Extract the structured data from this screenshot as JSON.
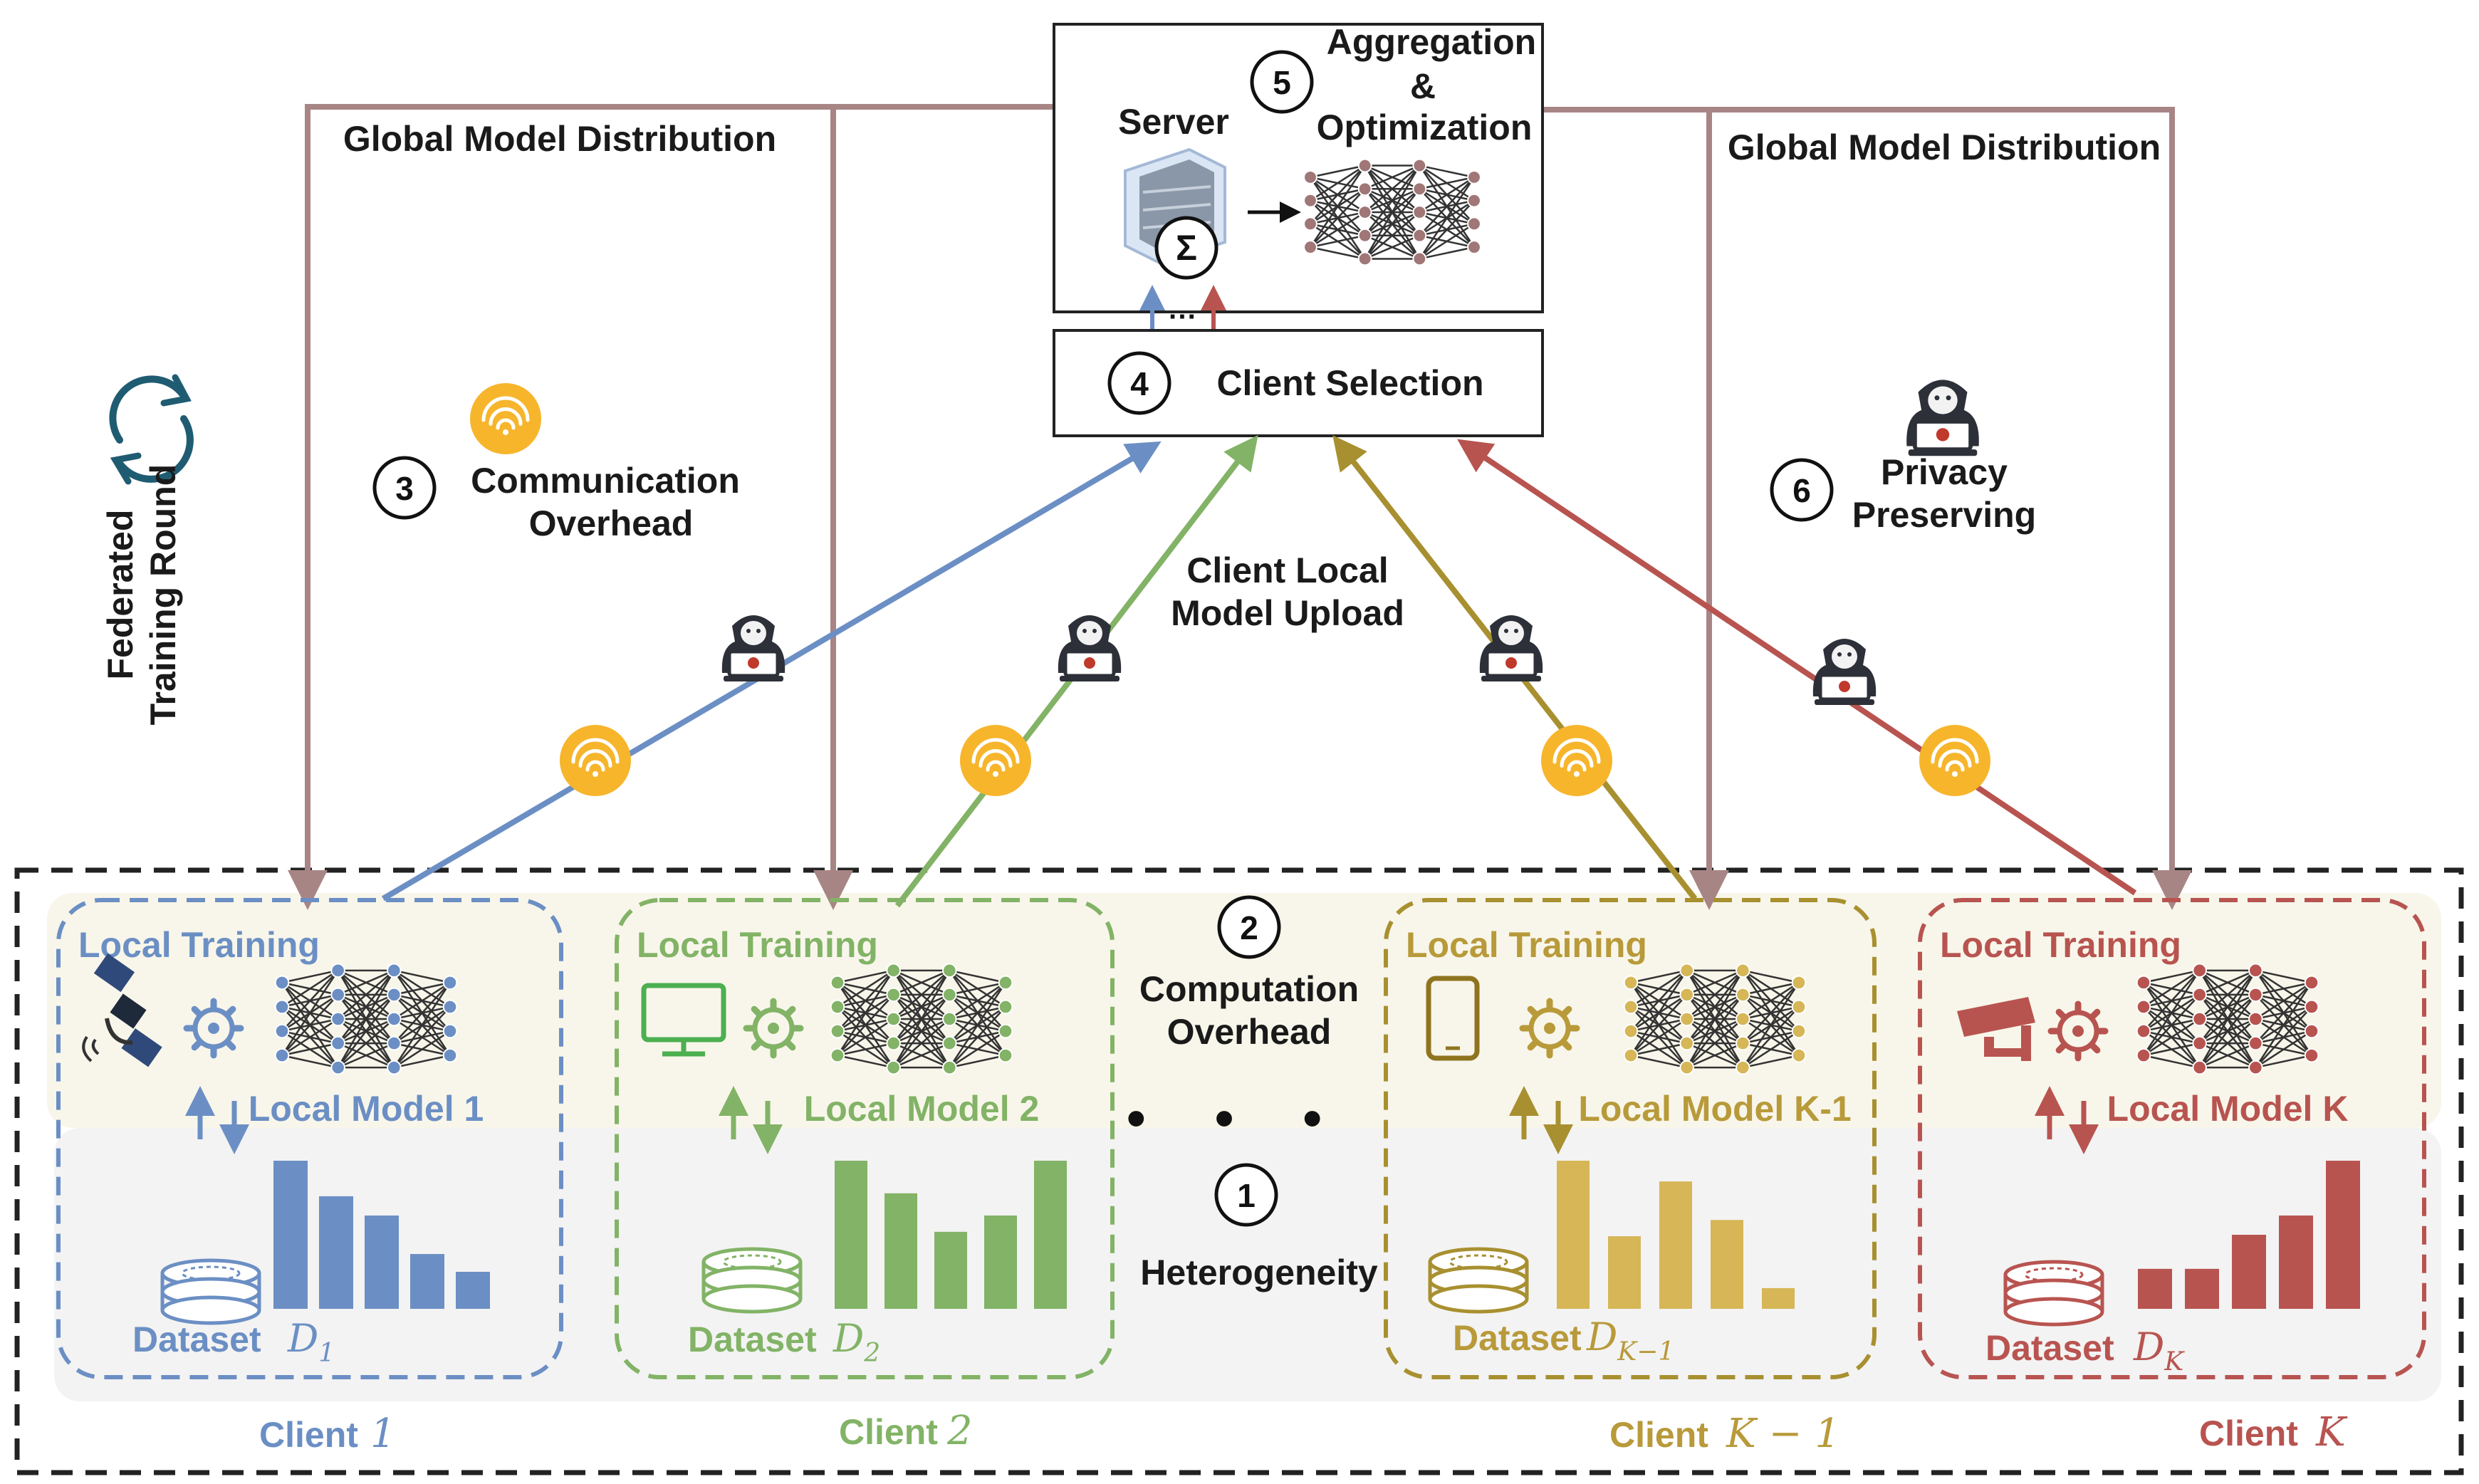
{
  "server": {
    "title": "Server",
    "sum_symbol": "Σ",
    "step5_number": "5",
    "step5_lines": [
      "Aggregation",
      "&",
      "Optimization"
    ]
  },
  "selection": {
    "number": "4",
    "label": "Client Selection"
  },
  "distribution": {
    "left_label": "Global Model Distribution",
    "right_label": "Global Model Distribution"
  },
  "round_label": [
    "Federated",
    "Training Round"
  ],
  "challenges": {
    "communication": {
      "number": "3",
      "lines": [
        "Communication",
        "Overhead"
      ]
    },
    "privacy": {
      "number": "6",
      "lines": [
        "Privacy",
        "Preserving"
      ]
    },
    "computation": {
      "number": "2",
      "lines": [
        "Computation",
        "Overhead"
      ]
    },
    "heterogeneity": {
      "number": "1",
      "label": "Heterogeneity"
    }
  },
  "upload_label": [
    "Client Local",
    "Model Upload"
  ],
  "ellipsis": "• • •",
  "clients": [
    {
      "color": "#6b8fc4",
      "local_training": "Local Training",
      "model_label": "Local Model 1",
      "dataset_label": "Dataset",
      "dataset_var": "D",
      "dataset_sub": "1",
      "client_label": "Client",
      "client_var": "1",
      "device": "satellite-icon",
      "bars": [
        1.0,
        0.76,
        0.63,
        0.37,
        0.25
      ]
    },
    {
      "color": "#82b366",
      "local_training": "Local Training",
      "model_label": "Local Model 2",
      "dataset_label": "Dataset",
      "dataset_var": "D",
      "dataset_sub": "2",
      "client_label": "Client",
      "client_var": "2",
      "device": "monitor-icon",
      "bars": [
        1.0,
        0.78,
        0.52,
        0.63,
        1.0
      ]
    },
    {
      "color": "#d6b656",
      "local_training": "Local Training",
      "model_label": "Local Model K-1",
      "dataset_label": "Dataset",
      "dataset_var": "D",
      "dataset_sub": "K−1",
      "client_label": "Client",
      "client_var": "K − 1",
      "device": "phone-icon",
      "bars": [
        1.0,
        0.49,
        0.86,
        0.6,
        0.14
      ]
    },
    {
      "color": "#b85450",
      "local_training": "Local Training",
      "model_label": "Local Model K",
      "dataset_label": "Dataset",
      "dataset_var": "D",
      "dataset_sub": "K",
      "client_label": "Client",
      "client_var": "K",
      "device": "camera-icon",
      "bars": [
        0.27,
        0.27,
        0.5,
        0.63,
        1.0
      ]
    }
  ],
  "colors": {
    "distribution": "#a88585",
    "wifi": "#f7b52c",
    "text": "#1a1a1a",
    "upload_olive": "#a89030"
  }
}
